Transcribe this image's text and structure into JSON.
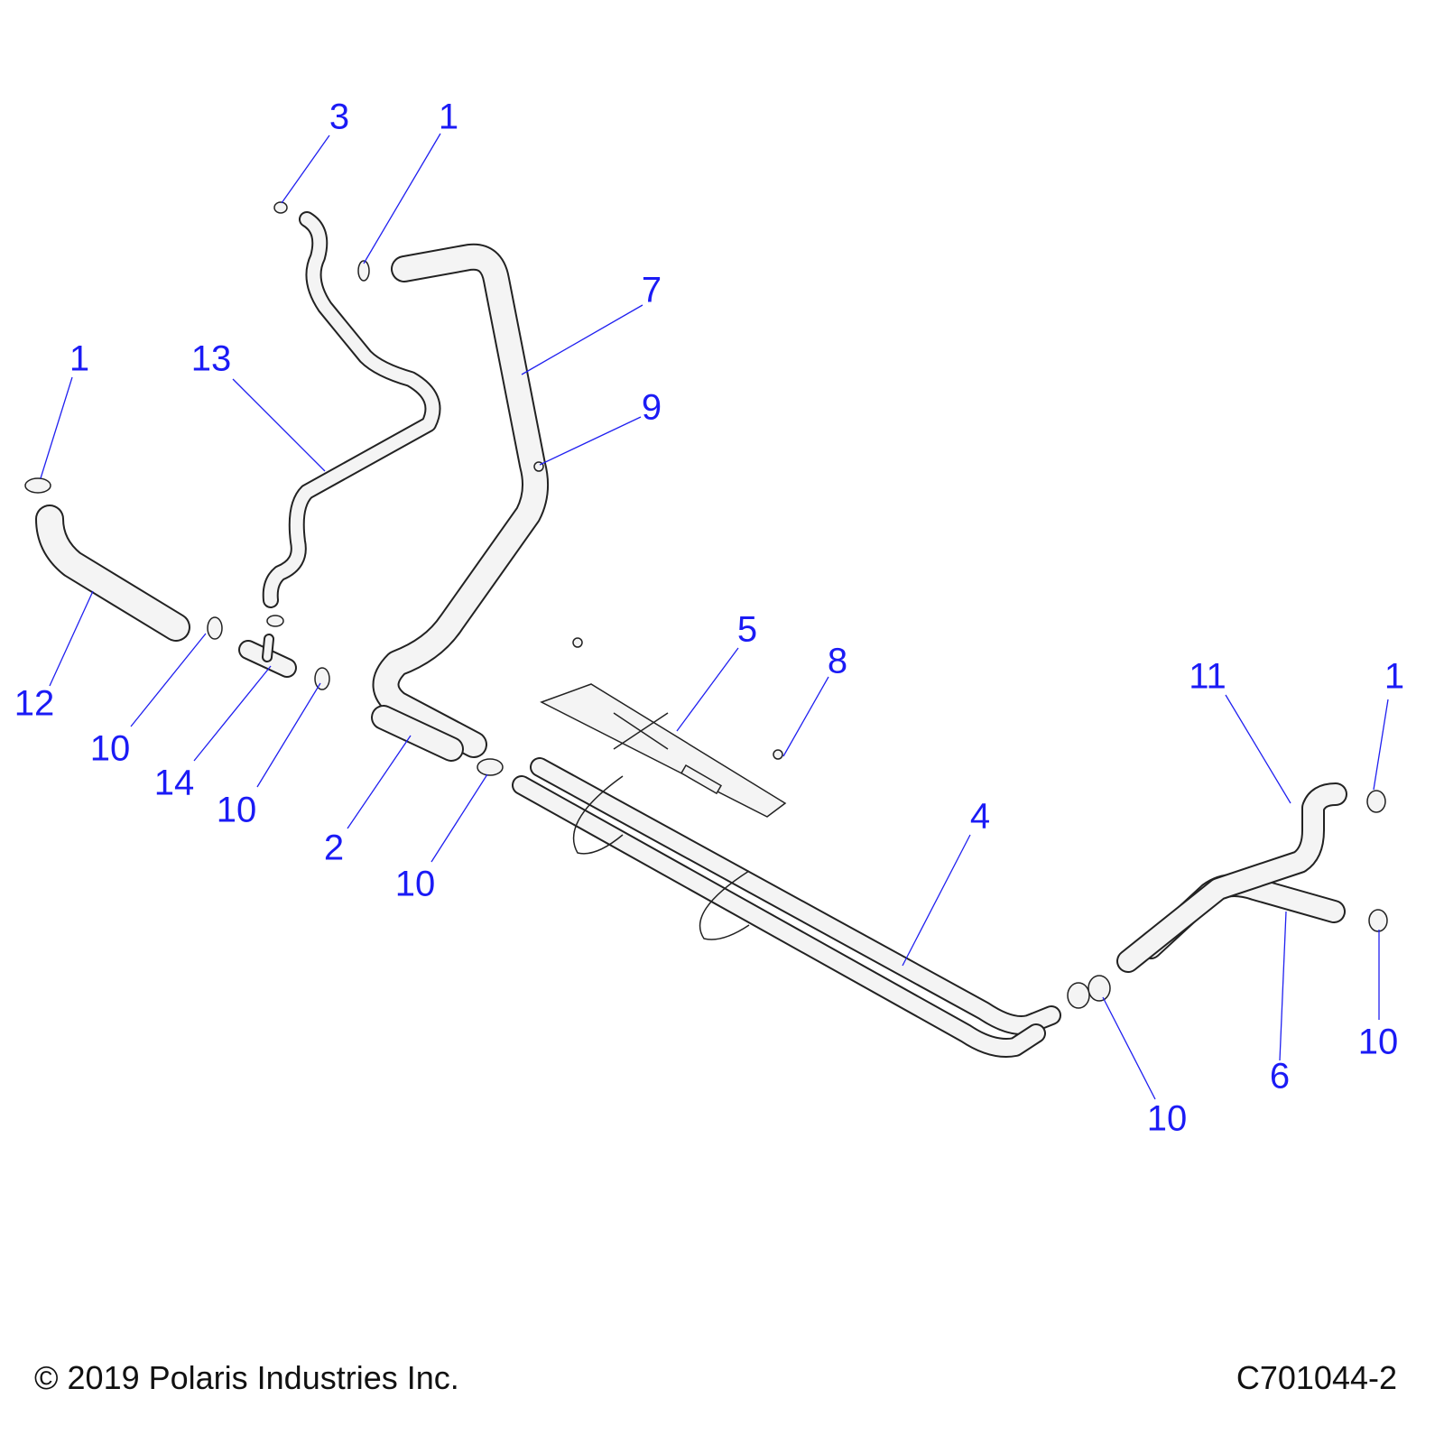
{
  "callouts": {
    "c1a": "1",
    "c3": "3",
    "c7": "7",
    "c1b": "1",
    "c13": "13",
    "c9": "9",
    "c12": "12",
    "c10a": "10",
    "c14": "14",
    "c10b": "10",
    "c2": "2",
    "c10c": "10",
    "c5": "5",
    "c8": "8",
    "c4": "4",
    "c11": "11",
    "c1c": "1",
    "c10d": "10",
    "c6": "6",
    "c10e": "10"
  },
  "footer": {
    "copyright": "© 2019 Polaris Industries Inc.",
    "diagram_id": "C701044-2"
  },
  "colors": {
    "callout": "#1b1bf5",
    "line": "#222222"
  }
}
